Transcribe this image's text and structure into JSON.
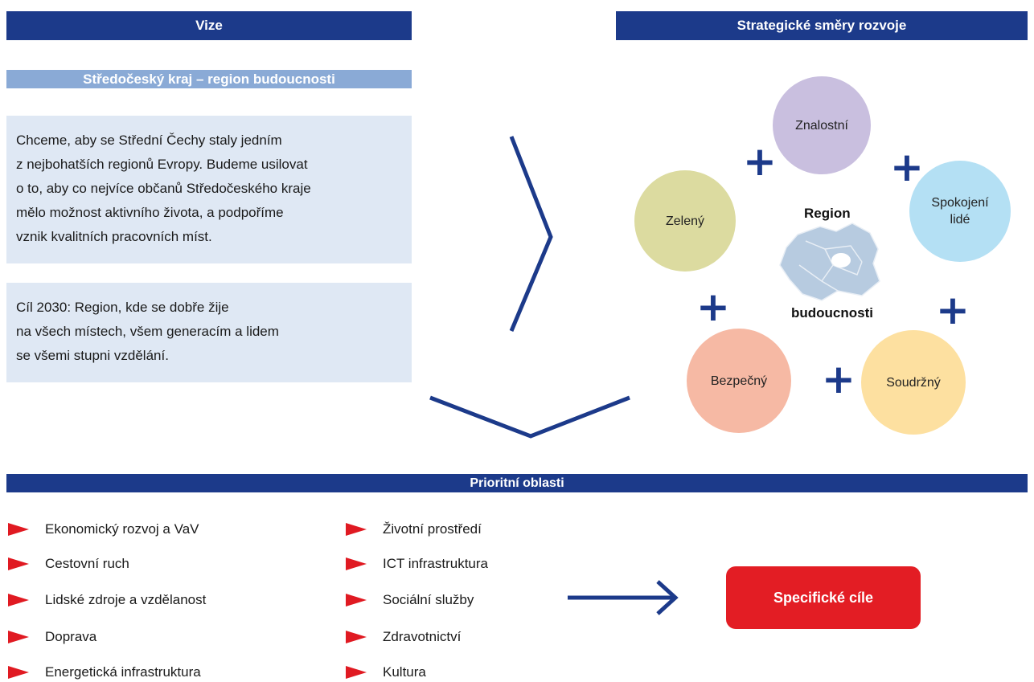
{
  "vize": {
    "header": "Vize",
    "subheader": "Středočeský kraj – region budoucnosti",
    "box1": [
      "Chceme, aby se Střední Čechy staly jedním",
      "z nejbohatších regionů Evropy. Budeme usilovat",
      "o to, aby co nejvíce občanů Středočeského kraje",
      "mělo možnost aktivního života, a podpoříme",
      "vznik kvalitních pracovních míst."
    ],
    "box2": [
      "Cíl 2030: Region, kde se dobře žije",
      "na všech místech, všem generacím a lidem",
      "se všemi stupni vzdělání."
    ]
  },
  "strategie": {
    "header": "Strategické směry rozvoje",
    "center_top": "Region",
    "center_bottom": "budoucnosti",
    "circles": {
      "znalostni": {
        "label": "Znalostní",
        "color": "#c9bfdf"
      },
      "spokojeni": {
        "label1": "Spokojení",
        "label2": "lidé",
        "color": "#b4e0f4"
      },
      "zeleny": {
        "label": "Zelený",
        "color": "#dcdba0"
      },
      "bezpecny": {
        "label": "Bezpečný",
        "color": "#f6b9a4"
      },
      "soudrzny": {
        "label": "Soudržný",
        "color": "#fde0a0"
      }
    },
    "plus_symbol": "+",
    "map_icon": "region-map-icon"
  },
  "prioritni": {
    "header": "Prioritní oblasti",
    "left": [
      "Ekonomický rozvoj a VaV",
      "Cestovní ruch",
      "Lidské zdroje a vzdělanost",
      "Doprava",
      "Energetická infrastruktura"
    ],
    "right": [
      "Životní prostředí",
      "ICT infrastruktura",
      "Sociální služby",
      "Zdravotnictví",
      "Kultura"
    ],
    "button": "Specifické cíle"
  },
  "colors": {
    "navy": "#1c3a8a",
    "light_blue": "#8aaad6",
    "box_bg": "#dfe8f4",
    "red": "#e31d24"
  }
}
